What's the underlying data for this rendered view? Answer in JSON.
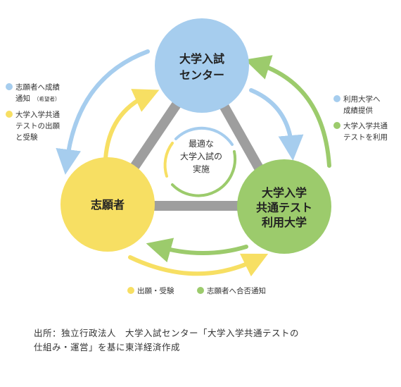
{
  "nodes": {
    "center_top": {
      "line1": "大学入試",
      "line2": "センター",
      "color": "#a6cdee"
    },
    "applicant": {
      "line1": "志願者",
      "color": "#f7df63"
    },
    "university": {
      "line1": "大学入学",
      "line2": "共通テスト",
      "line3": "利用大学",
      "color": "#9ccb6c"
    }
  },
  "center": {
    "line1": "最適な",
    "line2": "大学入試の",
    "line3": "実施"
  },
  "legends": {
    "left_top": {
      "line1": "志願者へ成績",
      "line2": "通知",
      "note": "（希望者）",
      "dot_color": "#a6cdee"
    },
    "left_bottom": {
      "line1": "大学入学共通",
      "line2": "テストの出願",
      "line3": "と受験",
      "dot_color": "#f7df63"
    },
    "right_top": {
      "line1": "利用大学へ",
      "line2": "成績提供",
      "dot_color": "#a6cdee"
    },
    "right_bottom": {
      "line1": "大学入学共通",
      "line2": "テストを利用",
      "dot_color": "#9ccb6c"
    },
    "bottom_left": {
      "text": "出願・受験",
      "dot_color": "#f7df63"
    },
    "bottom_right": {
      "text": "志願者へ合否通知",
      "dot_color": "#9ccb6c"
    }
  },
  "colors": {
    "connector": "#9e9e9e",
    "blue": "#a6cdee",
    "yellow": "#f7df63",
    "green": "#9ccb6c"
  },
  "source": {
    "line1": "出所：独立行政法人　大学入試センター「大学入学共通テストの",
    "line2": "仕組み・運営」を基に東洋経済作成"
  }
}
